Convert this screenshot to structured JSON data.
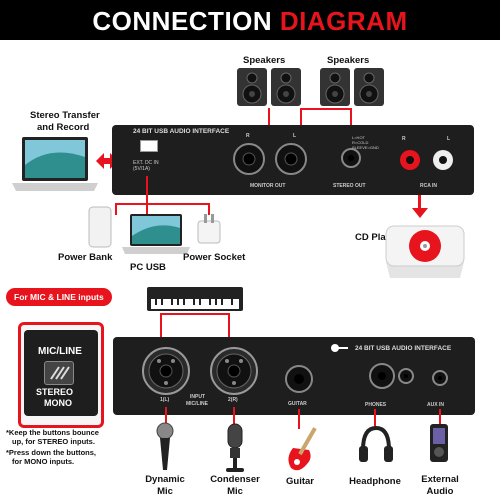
{
  "title": {
    "part1": "CONNECTION ",
    "part2": "DIAGRAM"
  },
  "top_interface": {
    "brand_text": "24 BIT USB AUDIO INTERFACE",
    "channel_r": "R",
    "channel_l": "L",
    "monitor_out": "MONITOR OUT",
    "stereo_out": "STEREO OUT",
    "rca_r": "R",
    "rca_l": "L",
    "rca_in": "RCA IN",
    "stereo_notes": [
      "L=HOT",
      "R=COLD",
      "SLEEVE=GND"
    ],
    "usb_text": "EXT. DC IN (5V/1A)"
  },
  "labels": {
    "speakers_left": "Speakers",
    "speakers_right": "Speakers",
    "stereo_transfer": "Stereo Transfer",
    "and_record": "and Record",
    "power_bank": "Power Bank",
    "pc_usb": "PC USB",
    "power_socket": "Power Socket",
    "cd_player": "CD Player"
  },
  "mic_line": {
    "badge": "For MIC & LINE inputs",
    "button_title": "MIC/LINE",
    "button_stereo": "STEREO",
    "button_mono": "MONO",
    "notes": [
      "*Keep the buttons bounce",
      "up, for STEREO inputs.",
      "*Press down the buttons,",
      "for MONO inputs."
    ]
  },
  "bottom_interface": {
    "brand_text": "24 BIT USB AUDIO INTERFACE",
    "ch1": "1(L)",
    "ch2": "2(R)",
    "input": "INPUT",
    "mic_line": "MIC/LINE",
    "guitar": "GUITAR",
    "phones": "PHONES",
    "aux_in": "AUX IN"
  },
  "devices": {
    "dynamic": [
      "Dynamic",
      "Mic"
    ],
    "condenser": [
      "Condenser",
      "Mic"
    ],
    "guitar": "Guitar",
    "headphone": "Headphone",
    "external": [
      "External",
      "Audio"
    ]
  },
  "colors": {
    "accent": "#e8141d",
    "panel": "#1e1e1e",
    "title_bg": "#000000"
  }
}
